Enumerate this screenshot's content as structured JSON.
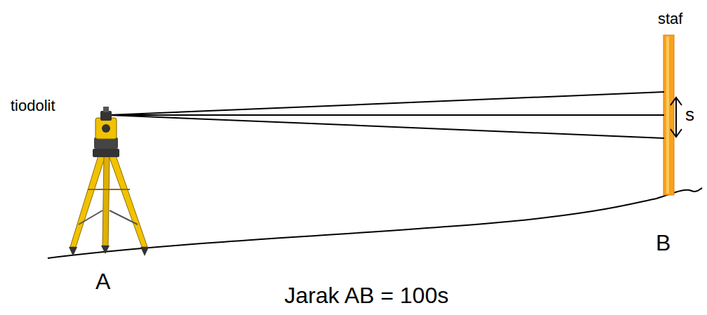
{
  "diagram": {
    "labels": [
      "tiodolit",
      "staf",
      "s",
      "A",
      "B",
      "Jarak AB = 100s"
    ]
  }
}
